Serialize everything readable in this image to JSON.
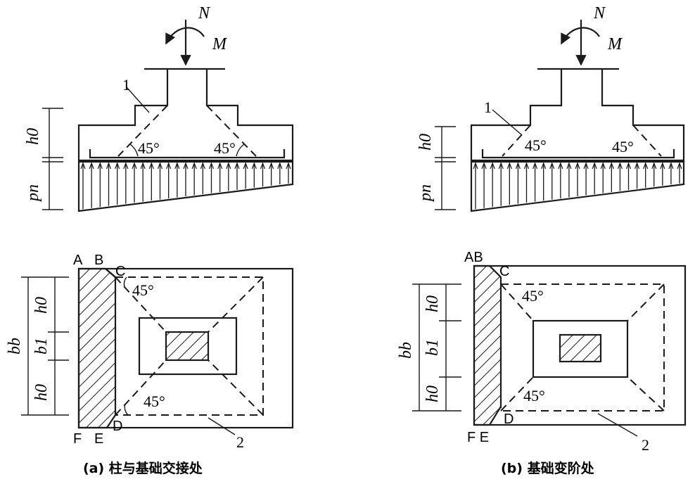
{
  "labels": {
    "axial_force": "N",
    "moment": "M",
    "angle_45": "45°",
    "effective_depth": "h0",
    "pressure": "pn",
    "width_b": "bb",
    "width_b1": "b1",
    "callout_1": "1",
    "callout_2": "2",
    "A": "A",
    "B": "B",
    "C": "C",
    "D": "D",
    "E": "E",
    "F": "F",
    "AB": "AB",
    "FE": "F E"
  },
  "captions": {
    "a": "(a) 柱与基础交接处",
    "b": "(b) 基础变阶处"
  }
}
